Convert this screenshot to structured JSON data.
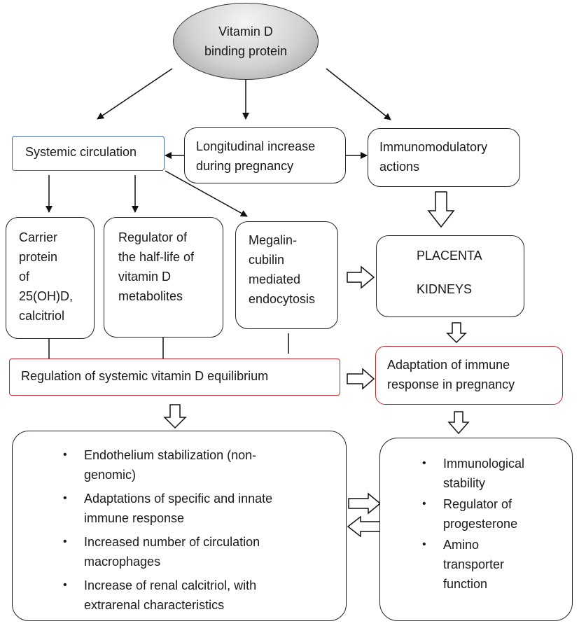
{
  "vdbp": {
    "line1": "Vitamin D",
    "line2": "binding protein"
  },
  "systemic": {
    "label": "Systemic circulation"
  },
  "longitudinal": {
    "line1": "Longitudinal increase",
    "line2": "during pregnancy"
  },
  "immunomodulatory": {
    "line1": "Immunomodulatory",
    "line2": "actions"
  },
  "carrier": {
    "lines": [
      "Carrier",
      "protein",
      "of",
      "25(OH)D,",
      "calcitriol"
    ]
  },
  "regulator_half_life": {
    "lines": [
      "Regulator of",
      "the half-life of",
      "vitamin D",
      "metabolites"
    ]
  },
  "megalin": {
    "lines": [
      "Megalin-",
      "cubilin",
      "mediated",
      "endocytosis"
    ]
  },
  "placenta_kidneys": {
    "line1": "PLACENTA",
    "line2": "KIDNEYS"
  },
  "equilibrium": {
    "label": "Regulation of systemic vitamin D equilibrium"
  },
  "adaptation": {
    "line1": "Adaptation of immune",
    "line2": "response in pregnancy"
  },
  "left_effects": {
    "bullet": "•",
    "items": [
      {
        "line1": "Endothelium stabilization (non-",
        "line2": "genomic)"
      },
      {
        "line1": "Adaptations of specific and innate",
        "line2": "immune response"
      },
      {
        "line1": "Increased number of circulation",
        "line2": "macrophages"
      },
      {
        "line1": "Increase of renal calcitriol, with",
        "line2": "extrarenal characteristics"
      }
    ]
  },
  "right_effects": {
    "bullet": "•",
    "items": [
      {
        "line1": "Immunological",
        "line2": "stability"
      },
      {
        "line1": "Regulator of",
        "line2": "progesterone"
      },
      {
        "line1": "Amino",
        "line2": "transporter",
        "line3": "function"
      }
    ]
  },
  "colors": {
    "box_border": "#222222",
    "blue_border": "#4a6aa8",
    "red_border": "#c0262c",
    "ellipse_fill": "#d2d2d2"
  }
}
